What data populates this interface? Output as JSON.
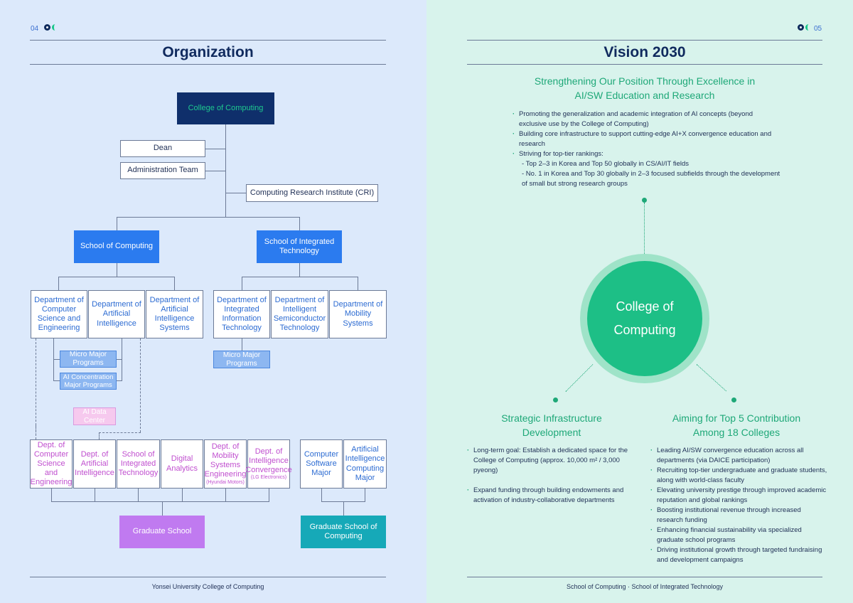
{
  "left": {
    "page_number": "04",
    "title": "Organization",
    "footer": "Yonsei University College of Computing",
    "org": {
      "college": "College of Computing",
      "dean": "Dean",
      "admin": "Administration Team",
      "cri": "Computing Research Institute (CRI)",
      "school_computing": "School of Computing",
      "school_integrated": "School of Integrated Technology",
      "depts_computing": [
        "Department of Computer Science and Engineering",
        "Department of Artificial Intelligence",
        "Department of Artificial Intelligence Systems"
      ],
      "depts_integrated": [
        "Department of Integrated Information Technology",
        "Department of Intelligent Semiconductor Technology",
        "Department of Mobility Systems"
      ],
      "micro_major_1": "Micro Major Programs",
      "ai_concentration": "AI Concentration Major Programs",
      "micro_major_2": "Micro Major Programs",
      "ai_data_center": "AI Data Center",
      "grad_depts": [
        {
          "name": "Dept. of Computer Science and Engineering",
          "note": ""
        },
        {
          "name": "Dept. of Artificial Intelligence",
          "note": ""
        },
        {
          "name": "School of Integrated Technology",
          "note": ""
        },
        {
          "name": "Digital Analytics",
          "note": ""
        },
        {
          "name": "Dept. of Mobility Systems Engineering",
          "note": "(Hyundai Motors)"
        },
        {
          "name": "Dept. of Intelligence Convergence",
          "note": "(LG Electronics)"
        }
      ],
      "grad_computing_majors": [
        "Computer Software Major",
        "Artificial Intelligence Computing Major"
      ],
      "graduate_school": "Graduate School",
      "graduate_school_computing": "Graduate School of Computing"
    },
    "colors": {
      "navy": "#0f2f6b",
      "blue": "#2b7bef",
      "light_blue": "#8db7f1",
      "purple": "#c07af0",
      "teal": "#16a9b8",
      "green_text": "#1ec98f",
      "pink": "#f6c9ee"
    }
  },
  "right": {
    "page_number": "05",
    "title": "Vision 2030",
    "footer": "School of Computing · School of Integrated Technology",
    "headline": [
      "Strengthening Our Position Through Excellence in",
      "AI/SW Education and Research"
    ],
    "top_bullets": [
      {
        "text": "Promoting the generalization and academic integration of AI concepts (beyond exclusive use by the College of Computing)",
        "type": "bullet"
      },
      {
        "text": "Building core infrastructure to support cutting-edge AI+X convergence education and research",
        "type": "bullet"
      },
      {
        "text": "Striving for top-tier rankings:",
        "type": "bullet"
      },
      {
        "text": "- Top 2–3 in Korea and Top 50 globally in CS/AI/IT fields",
        "type": "sub"
      },
      {
        "text": "- No. 1 in Korea and Top 30 globally in 2–3 focused subfields through the development of small but strong research groups",
        "type": "sub"
      }
    ],
    "circle": [
      "College of",
      "Computing"
    ],
    "left_head": [
      "Strategic Infrastructure",
      "Development"
    ],
    "left_bullets": [
      "Long-term goal: Establish a dedicated space for the College of Computing (approx. 10,000 m² / 3,000 pyeong)",
      "Expand funding through building endowments and activation of industry-collaborative departments"
    ],
    "right_head": [
      "Aiming for Top 5 Contribution",
      "Among 18 Colleges"
    ],
    "right_bullets": [
      "Leading AI/SW convergence education across all departments (via DAICE participation)",
      "Recruiting top-tier undergraduate and graduate students, along with world-class faculty",
      "Elevating university prestige through improved academic reputation and global rankings",
      "Boosting institutional revenue through increased research funding",
      "Enhancing financial sustainability via specialized graduate school programs",
      "Driving institutional growth through targeted fundraising and development campaigns"
    ],
    "colors": {
      "green": "#1ea878",
      "circle": "#1dbf86"
    }
  }
}
